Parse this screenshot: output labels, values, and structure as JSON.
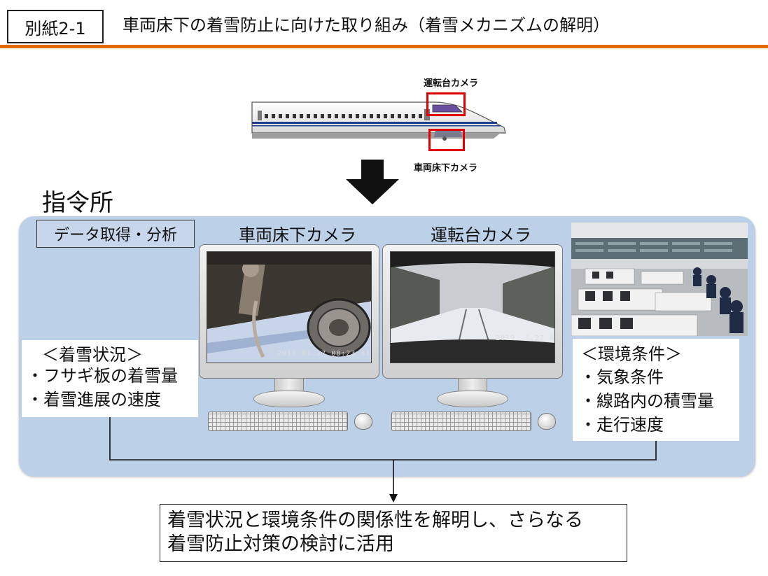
{
  "header": {
    "doc_label": "別紙2-1",
    "title": "車両床下の着雪防止に向けた取り組み（着雪メカニズムの解明）"
  },
  "train": {
    "cab_camera_label": "運転台カメラ",
    "underfloor_camera_label": "車両床下カメラ"
  },
  "section": {
    "heading": "指令所",
    "panel_label": "データ取得・分析"
  },
  "monitors": [
    {
      "title": "車両床下カメラ",
      "timestamp": "2019.01.27 08:23:41"
    },
    {
      "title": "運転台カメラ",
      "timestamp": "2019. 1.27 AM"
    }
  ],
  "snow_status": {
    "heading": "＜着雪状況＞",
    "items": [
      "・フサギ板の着雪量",
      "・着雪進展の速度"
    ]
  },
  "environment": {
    "heading": "＜環境条件＞",
    "items": [
      "・気象条件",
      "・線路内の積雪量",
      "・走行速度"
    ]
  },
  "conclusion": {
    "line1": "着雪状況と環境条件の関係性を解明し、さらなる",
    "line2": "着雪防止対策の検討に活用"
  },
  "colors": {
    "accent_rule": "#e36c09",
    "panel_bg": "#bcd0e8",
    "camera_highlight": "#e00000"
  }
}
